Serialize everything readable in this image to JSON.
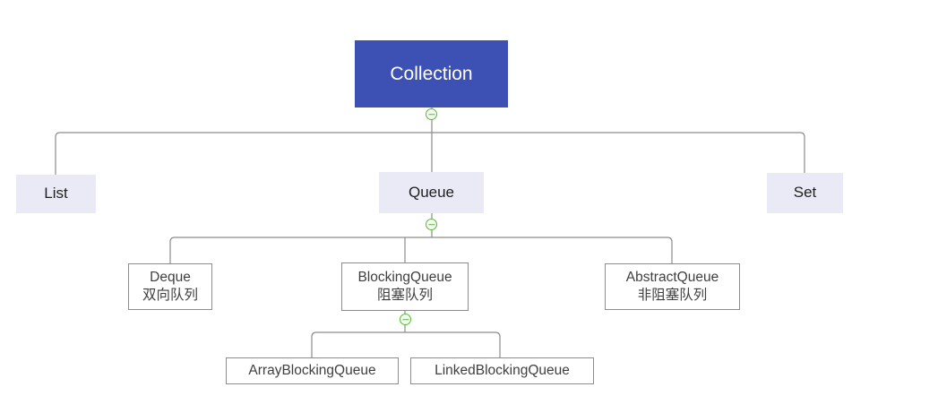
{
  "diagram": {
    "title": "Collection hierarchy mind map",
    "colors": {
      "root_background": "#3d51b4",
      "root_text": "#ffffff",
      "level1_background": "#e9eaf6",
      "level1_text": "#1f1f1f",
      "bordered_background": "#ffffff",
      "bordered_border": "#8c8c8c",
      "bordered_text": "#3f3f3f",
      "connector_line": "#8c8c8c",
      "collapse_green": "#5cb83c"
    },
    "icons": {
      "collapse": "minus-circle-icon"
    },
    "nodes": {
      "collection": {
        "label": "Collection"
      },
      "list": {
        "label": "List"
      },
      "queue": {
        "label": "Queue"
      },
      "set": {
        "label": "Set"
      },
      "deque": {
        "label": "Deque",
        "sublabel": "双向队列"
      },
      "blockingQueue": {
        "label": "BlockingQueue",
        "sublabel": "阻塞队列"
      },
      "abstractQueue": {
        "label": "AbstractQueue",
        "sublabel": "非阻塞队列"
      },
      "arrayBlockingQueue": {
        "label": "ArrayBlockingQueue"
      },
      "linkedBlockingQueue": {
        "label": "LinkedBlockingQueue"
      }
    }
  }
}
